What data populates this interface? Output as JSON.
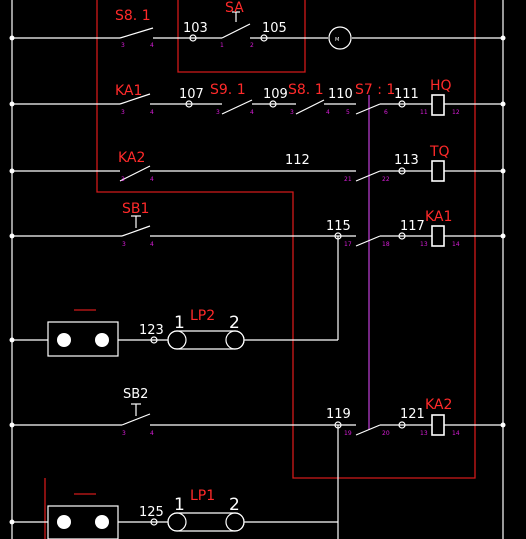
{
  "diagram": {
    "wire_numbers": {
      "w103": "103",
      "w105": "105",
      "w107": "107",
      "w109": "109",
      "w110": "110",
      "w111": "111",
      "w112": "112",
      "w113": "113",
      "w115": "115",
      "w117": "117",
      "w119": "119",
      "w121": "121",
      "w123": "123",
      "w125": "125"
    },
    "components": {
      "s81": "S8. 1",
      "sa": "SA",
      "ka1_contact": "KA1",
      "s91": "S9. 1",
      "s81b": "S8. 1",
      "s71": "S7 : 1",
      "hq": "HQ",
      "ka2_contact": "KA2",
      "tq": "TQ",
      "sb1": "SB1",
      "ka1_coil": "KA1",
      "lp2": "LP2",
      "sb2": "SB2",
      "ka2_coil": "KA2",
      "lp1": "LP1"
    },
    "lamp_terminals": {
      "one": "1",
      "two": "2"
    },
    "motor_symbol": "M",
    "pin_numbers": {
      "r1a": "3",
      "r1b": "4",
      "r1c": "1",
      "r1d": "2",
      "r2a": "3",
      "r2b": "4",
      "r2c": "3",
      "r2d": "4",
      "r2e": "3",
      "r2f": "4",
      "r2g": "5",
      "r2h": "6",
      "r2i": "11",
      "r2j": "12",
      "r3a": "3",
      "r3b": "4",
      "r3c": "21",
      "r3d": "22",
      "r4a": "3",
      "r4b": "4",
      "r4c": "17",
      "r4d": "18",
      "r4e": "13",
      "r4f": "14",
      "r6a": "3",
      "r6b": "4",
      "r6c": "19",
      "r6d": "20",
      "r6e": "13",
      "r6f": "14"
    }
  },
  "colors": {
    "wire": "#ffffff",
    "frame": "#d01a1a",
    "label_red": "#ff2a2a",
    "pin_magenta": "#d81cd8",
    "mechanical_link": "#c040d8"
  }
}
